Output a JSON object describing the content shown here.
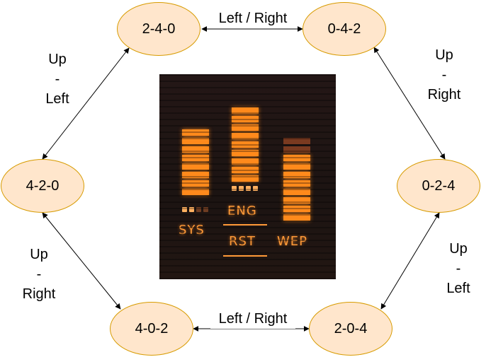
{
  "nodes": {
    "n240": "2-4-0",
    "n042": "0-4-2",
    "n420": "4-2-0",
    "n024": "0-2-4",
    "n402": "4-0-2",
    "n204": "2-0-4"
  },
  "edge_labels": {
    "top": "Left / Right",
    "bottom": "Left / Right",
    "top_left": [
      "Up",
      "-",
      "Left"
    ],
    "top_right": [
      "Up",
      "-",
      "Right"
    ],
    "bottom_left": [
      "Up",
      "-",
      "Right"
    ],
    "bottom_right": [
      "Up",
      "-",
      "Left"
    ]
  },
  "panel": {
    "eng_label": "ENG",
    "sys_label": "SYS",
    "rst_label": "RST",
    "wep_label": "WEP",
    "colors": {
      "lit": "#ff8a1c",
      "dim": "#7a3a20",
      "background": "#1e1513"
    }
  },
  "colors": {
    "node_fill": "#ffe6cc",
    "node_border": "#d79b00",
    "edge": "#000000"
  }
}
